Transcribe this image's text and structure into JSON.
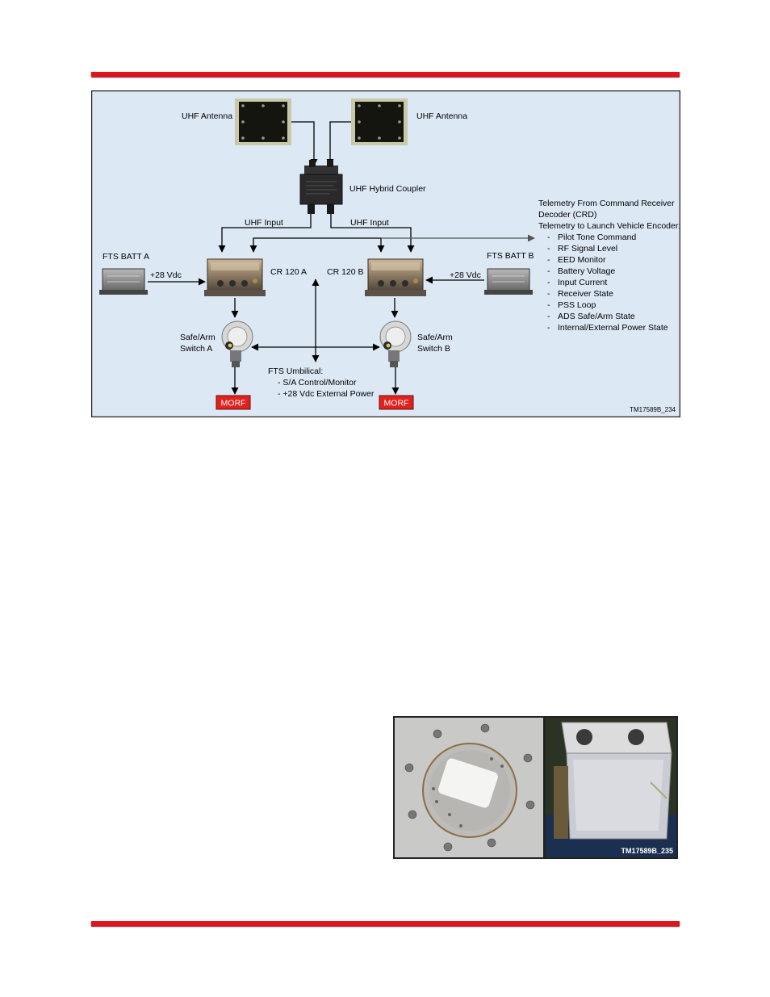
{
  "diagram": {
    "antenna_left_label": "UHF Antenna",
    "antenna_right_label": "UHF Antenna",
    "coupler_label": "UHF Hybrid Coupler",
    "uhf_input_left": "UHF Input",
    "uhf_input_right": "UHF Input",
    "batt_a_label": "FTS BATT A",
    "batt_b_label": "FTS BATT B",
    "vdc_left": "+28 Vdc",
    "vdc_right": "+28 Vdc",
    "cr_a_label": "CR 120 A",
    "cr_b_label": "CR 120 B",
    "switch_a_line1": "Safe/Arm",
    "switch_a_line2": "Switch A",
    "switch_b_line1": "Safe/Arm",
    "switch_b_line2": "Switch B",
    "morf_left": "MORF",
    "morf_right": "MORF",
    "umbilical_title": "FTS Umbilical:",
    "umbilical_items": [
      "-   S/A Control/Monitor",
      "-   +28 Vdc External Power"
    ],
    "telemetry_line1": "Telemetry From Command Receiver",
    "telemetry_line2": "Decoder (CRD)",
    "telemetry_line3": "Telemetry to Launch Vehicle Encoder:",
    "telemetry_items": [
      "Pilot Tone Command",
      "RF Signal Level",
      "EED Monitor",
      "Battery Voltage",
      "Input Current",
      "Receiver State",
      "PSS Loop",
      "ADS Safe/Arm State",
      "Internal/External Power State"
    ],
    "figure_ref": "TM17589B_234"
  },
  "photo": {
    "figure_ref": "TM17589B_235"
  },
  "colors": {
    "rule": "#e2141b",
    "diagram_bg": "#dde8f5",
    "morf_bg": "#e0221e"
  }
}
